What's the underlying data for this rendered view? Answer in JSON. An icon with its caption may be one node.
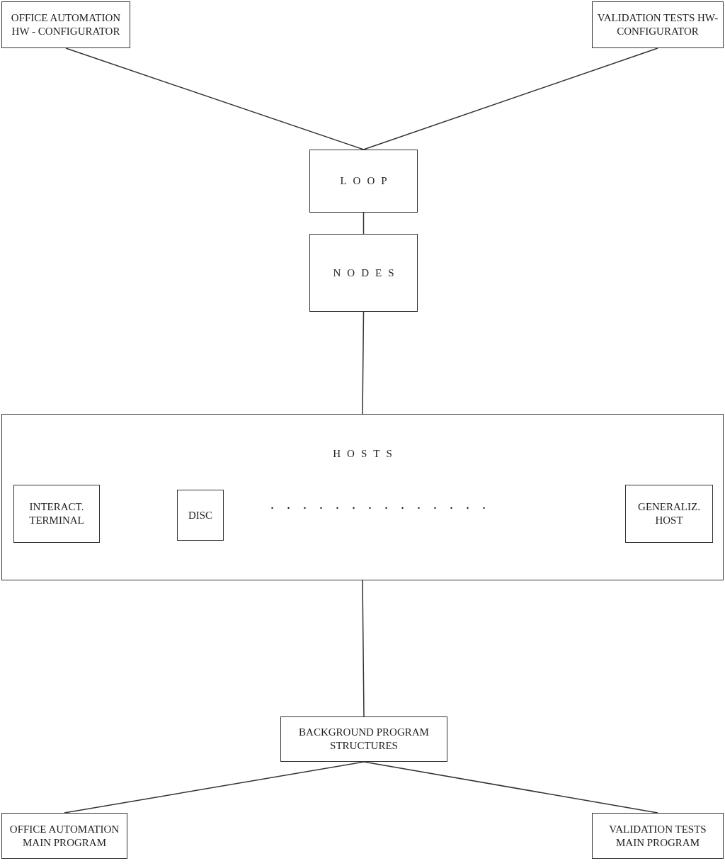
{
  "diagram": {
    "nodes": [
      {
        "text": [
          "OFFICE AUTOMATION HW - CONFIGURATOR"
        ]
      },
      {
        "text": [
          "VALIDATION TESTS HW-CONFIGURATOR"
        ]
      },
      {
        "text": [
          "LOOP"
        ]
      },
      {
        "text": [
          "NODES"
        ]
      },
      {
        "text": [
          "HOSTS"
        ]
      },
      {
        "text": [
          "INTERACT. TERMINAL"
        ],
        "in": 4
      },
      {
        "text": [
          "DISC"
        ],
        "in": 4
      },
      {
        "text": [
          "GENERALIZ. HOST"
        ],
        "in": 4
      },
      {
        "text": [
          "BACKGROUND PROGRAM STRUCTURES"
        ]
      },
      {
        "text": [
          "OFFICE AUTOMATION MAIN PROGRAM"
        ]
      },
      {
        "text": [
          "VALIDATION TESTS MAIN PROGRAM"
        ]
      }
    ],
    "edges": [
      {
        "from": 0,
        "to": 2,
        "arrow": "none"
      },
      {
        "from": 1,
        "to": 2,
        "arrow": "none"
      },
      {
        "from": 2,
        "to": 3,
        "arrow": "none"
      },
      {
        "from": 3,
        "to": 4,
        "arrow": "none"
      },
      {
        "from": 4,
        "to": 8,
        "arrow": "none"
      },
      {
        "from": 8,
        "to": 9,
        "arrow": "none"
      },
      {
        "from": 8,
        "to": 10,
        "arrow": "none"
      }
    ],
    "labels": [
      ".............."
    ]
  }
}
